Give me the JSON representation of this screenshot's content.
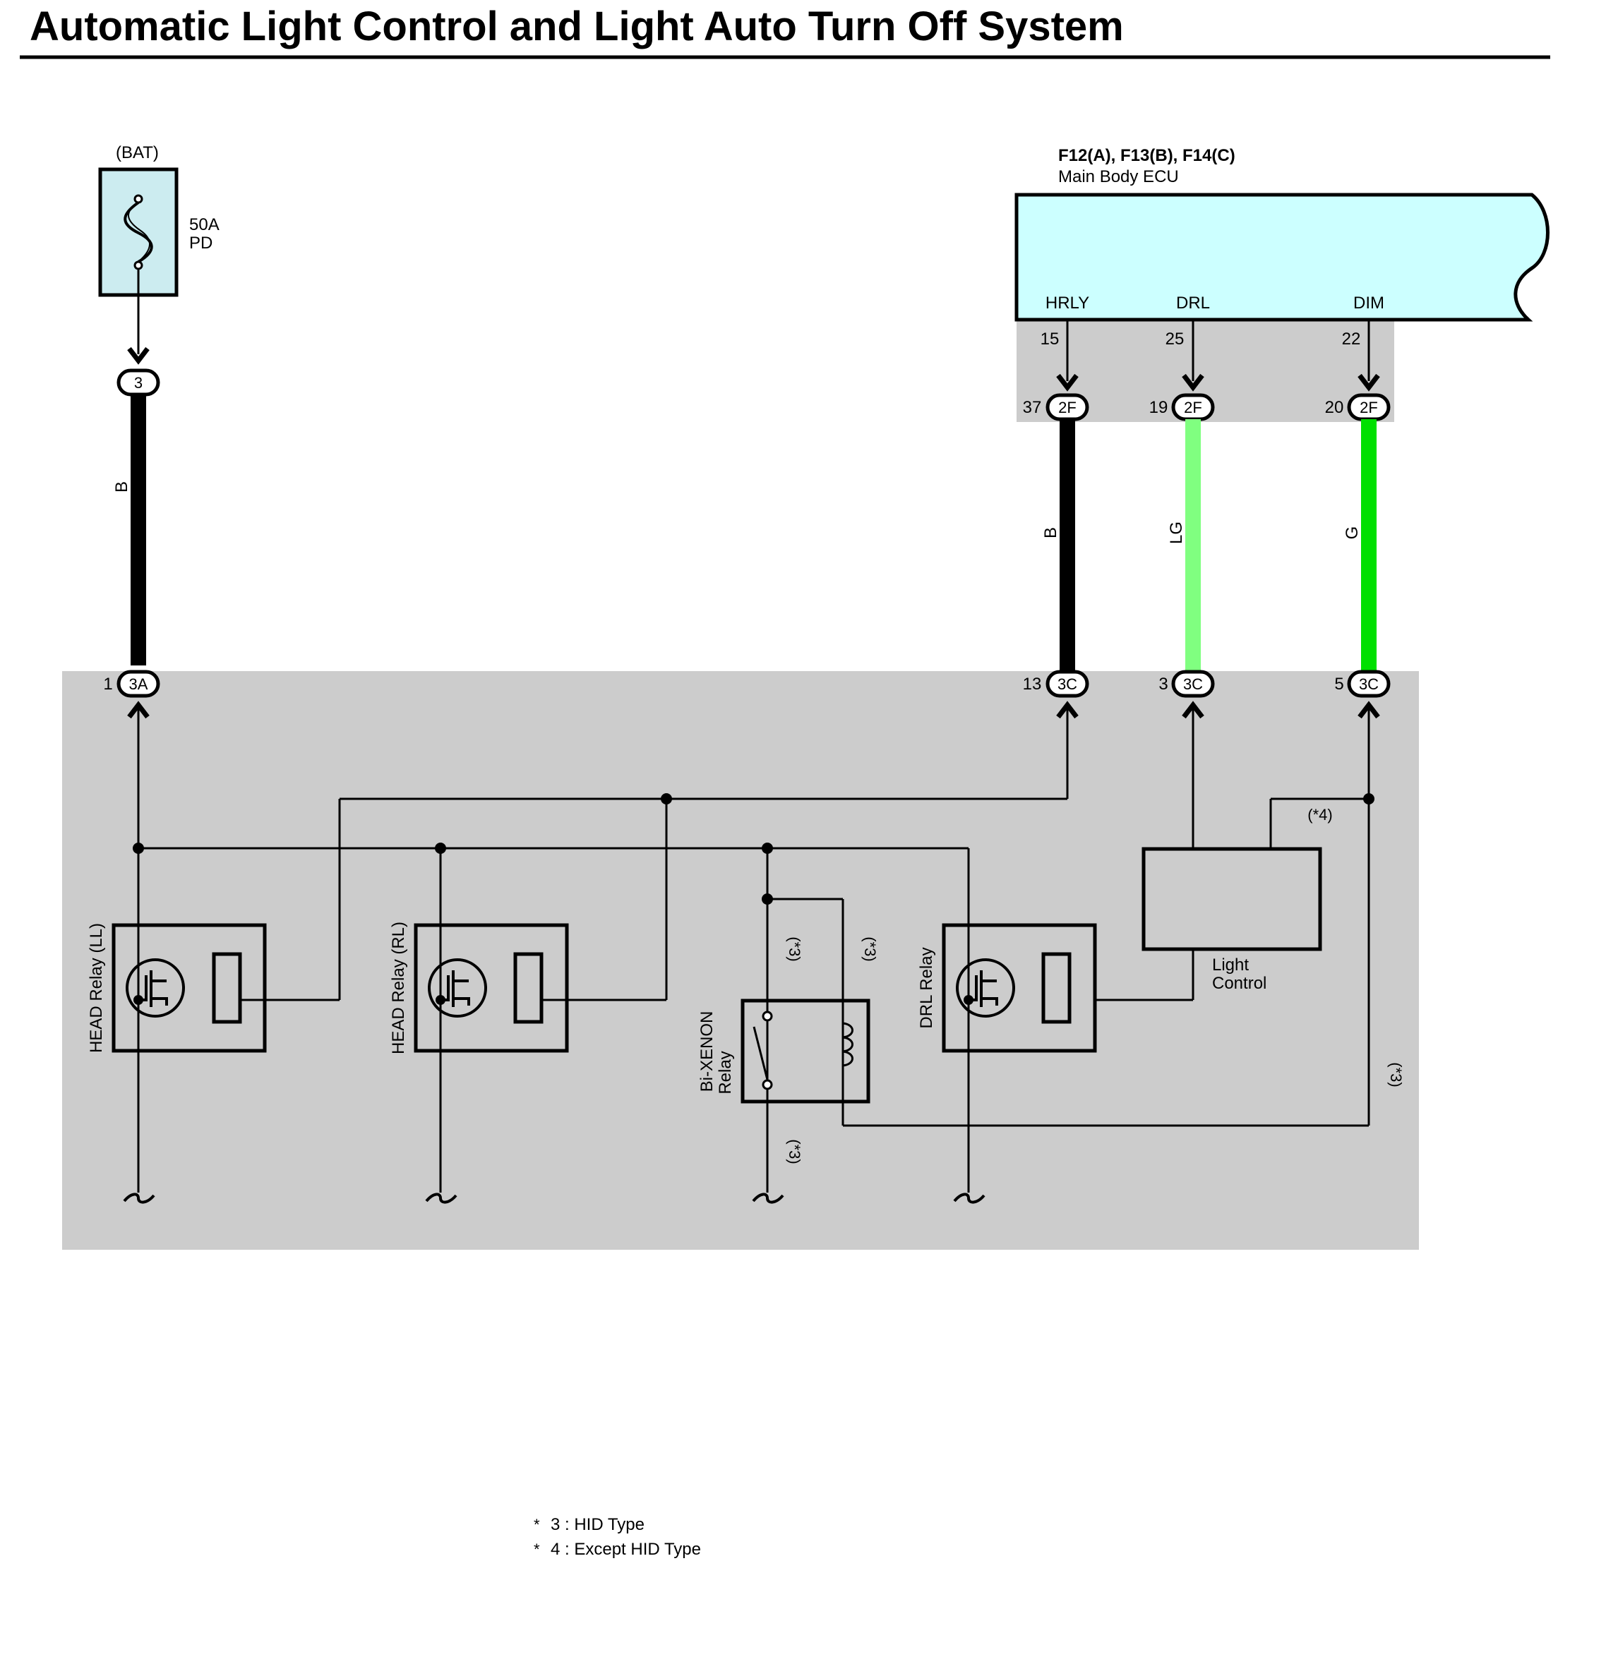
{
  "title": "Automatic Light Control and Light Auto Turn Off System",
  "fuse": {
    "source": "(BAT)",
    "rating": "50A",
    "name": "PD",
    "connector_pin": "3"
  },
  "ecu": {
    "codes": "F12(A), F13(B), F14(C)",
    "name": "Main Body ECU",
    "terminals": [
      {
        "name": "HRLY",
        "pin": "15",
        "junction_pin": "37",
        "junction": "2F",
        "wire": "B",
        "wire_color": "#000000",
        "block_pin": "13",
        "block_conn": "3C"
      },
      {
        "name": "DRL",
        "pin": "25",
        "junction_pin": "19",
        "junction": "2F",
        "wire": "LG",
        "wire_color": "#80ff80",
        "block_pin": "3",
        "block_conn": "3C"
      },
      {
        "name": "DIM",
        "pin": "22",
        "junction_pin": "20",
        "junction": "2F",
        "wire": "G",
        "wire_color": "#00e000",
        "block_pin": "5",
        "block_conn": "3C"
      }
    ]
  },
  "bat_wire": {
    "label": "B",
    "color": "#000000",
    "block_pin": "1",
    "block_conn": "3A"
  },
  "relays": {
    "head_ll": "HEAD Relay (LL)",
    "head_rl": "HEAD Relay (RL)",
    "drl": "DRL Relay",
    "bixenon_line1": "Bi-XENON",
    "bixenon_line2": "Relay"
  },
  "light_control": {
    "line1": "Light",
    "line2": "Control"
  },
  "marks": {
    "hid": "(*3)",
    "except_hid": "(*4)"
  },
  "legend": {
    "items": [
      {
        "mark": "*",
        "text": "3 : HID Type"
      },
      {
        "mark": "*",
        "text": "4 : Except HID Type"
      }
    ]
  },
  "colors": {
    "ecu_fill": "#ccffff",
    "fuse_fill": "#ccecf0",
    "block_fill": "#cccccc",
    "ecu_junction_fill": "#cccccc"
  }
}
